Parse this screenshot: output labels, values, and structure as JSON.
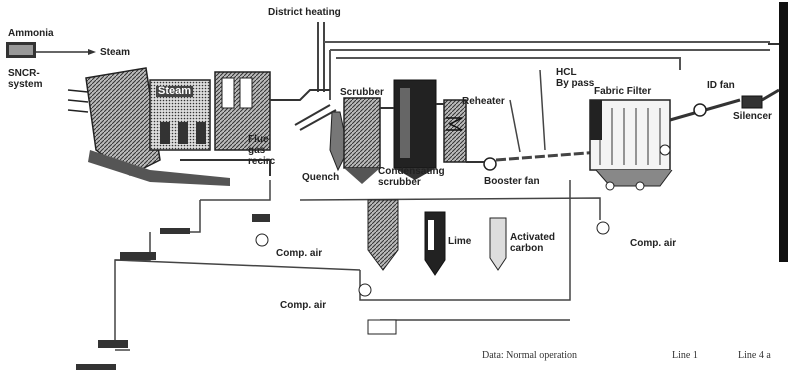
{
  "labels": {
    "district_heating": "District heating",
    "ammonia": "Ammonia",
    "steam_in": "Steam",
    "sncr": "SNCR-\nsystem",
    "steam_boiler": "Steam",
    "flue_gas_recirc": "Flue\ngas\nrecirc",
    "scrubber": "Scrubber",
    "condensating_scrubber": "Condensating\nscrubber",
    "reheater": "Reheater",
    "hcl_bypass": "HCL\nBy pass",
    "fabric_filter": "Fabric Filter",
    "id_fan": "ID fan",
    "silencer": "Silencer",
    "quench": "Quench",
    "booster_fan": "Booster fan",
    "comp_air_1": "Comp. air",
    "comp_air_2": "Comp. air",
    "comp_air_3": "Comp. air",
    "lime": "Lime",
    "activated_carbon": "Activated\ncarbon"
  },
  "caption": {
    "data_label": "Data: Normal operation",
    "line1": "Line 1",
    "line4": "Line 4 a"
  }
}
